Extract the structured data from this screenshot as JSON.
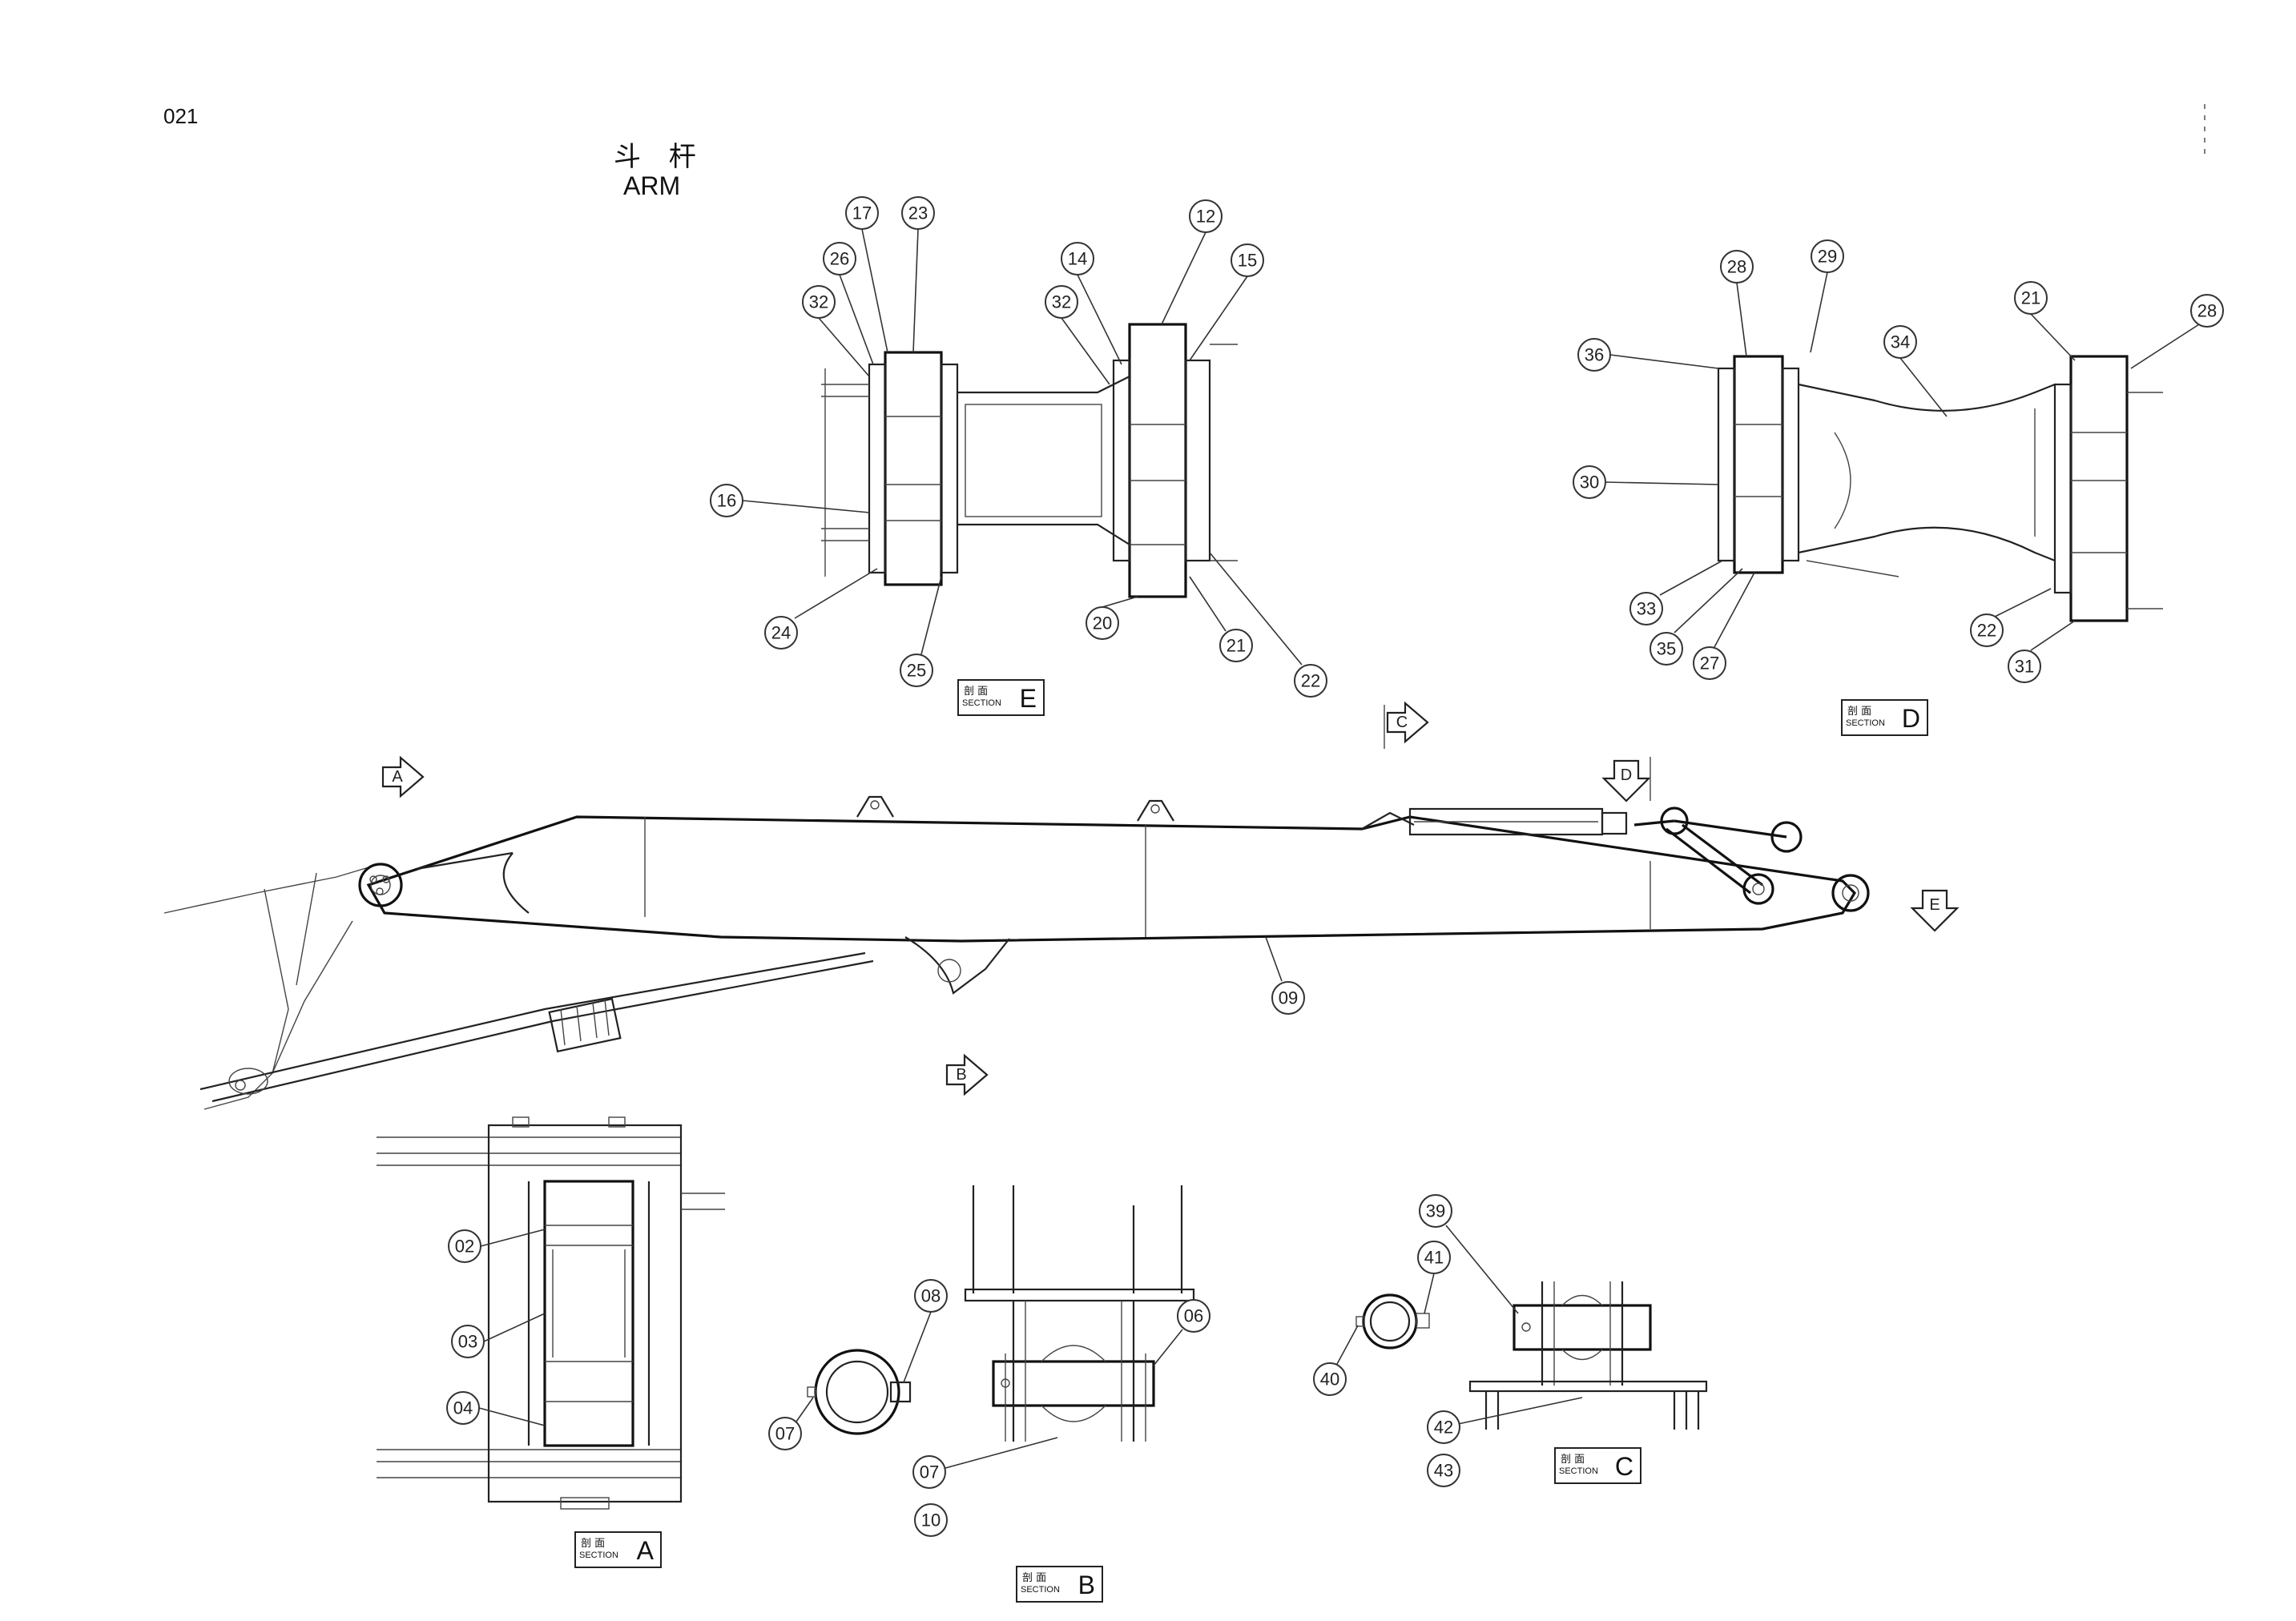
{
  "page_number": "021",
  "title_cn": "斗 杆",
  "title_en": "ARM",
  "sections": [
    {
      "id": "E",
      "cn": "剖 面",
      "en": "SECTION",
      "letter": "E"
    },
    {
      "id": "D",
      "cn": "剖 面",
      "en": "SECTION",
      "letter": "D"
    },
    {
      "id": "A",
      "cn": "剖 面",
      "en": "SECTION",
      "letter": "A"
    },
    {
      "id": "B",
      "cn": "剖 面",
      "en": "SECTION",
      "letter": "B"
    },
    {
      "id": "C",
      "cn": "剖 面",
      "en": "SECTION",
      "letter": "C"
    }
  ],
  "view_markers": [
    "A",
    "B",
    "C",
    "D",
    "E"
  ],
  "callouts": {
    "sectionE": [
      "17",
      "23",
      "26",
      "32",
      "14",
      "12",
      "15",
      "32",
      "16",
      "24",
      "25",
      "20",
      "21",
      "22"
    ],
    "sectionD": [
      "28",
      "29",
      "36",
      "34",
      "21",
      "28",
      "30",
      "33",
      "35",
      "27",
      "22",
      "31"
    ],
    "main": [
      "09"
    ],
    "sectionA": [
      "02",
      "03",
      "04"
    ],
    "sectionB": [
      "08",
      "07",
      "06",
      "07",
      "10"
    ],
    "sectionC": [
      "39",
      "41",
      "40",
      "42",
      "43"
    ]
  }
}
